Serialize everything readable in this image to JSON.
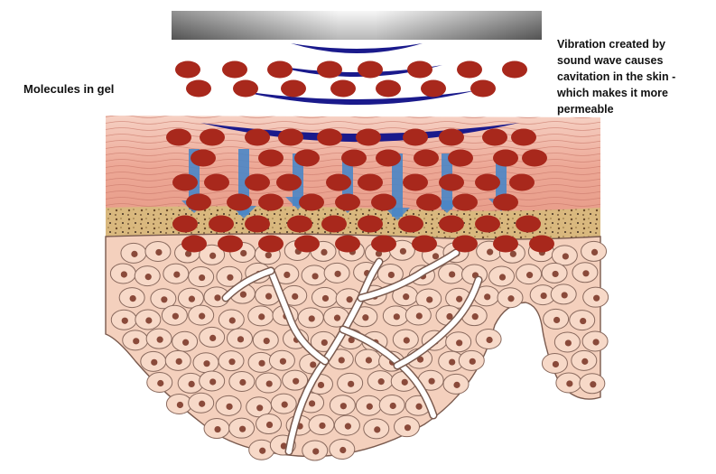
{
  "labels": {
    "molecules": "Molecules in gel",
    "vibration_lines": [
      "Vibration created by",
      "sound wave causes",
      "cavitation in the skin -",
      "which makes it more",
      "permeable"
    ]
  },
  "colors": {
    "molecule": "#a8281c",
    "sound_wave": "#1a1a8c",
    "cavitation_channel": "#4a86c6",
    "skin_upper": "#eeb0a0",
    "skin_lower": "#f3cbb6",
    "cell_nucleus": "#8a4a3a",
    "fat_layer": "#d7b57a",
    "probe": "#8f8f8f"
  },
  "icons": [
    "ultrasound-probe-icon",
    "sound-wave-icon",
    "molecule-icon",
    "skin-cell-icon"
  ]
}
